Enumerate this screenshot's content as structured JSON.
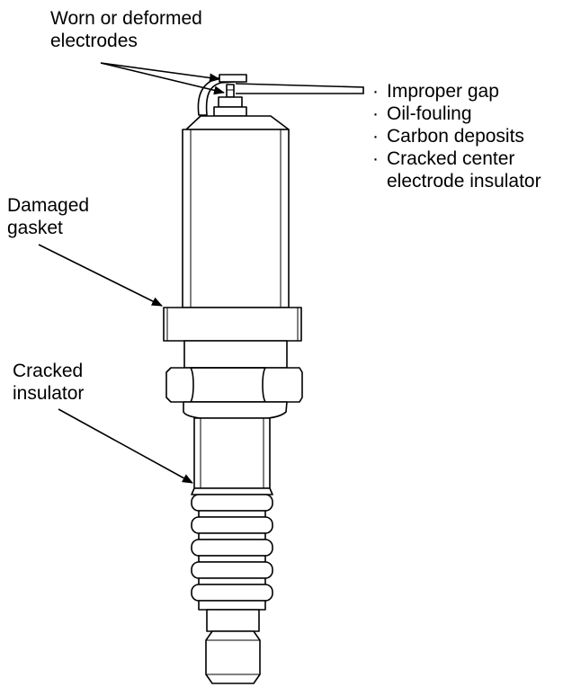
{
  "labels": {
    "worn_electrodes": [
      "Worn or deformed",
      "electrodes"
    ],
    "damaged_gasket": [
      "Damaged",
      "gasket"
    ],
    "cracked_insulator": [
      "Cracked",
      "insulator"
    ]
  },
  "gap_causes": [
    {
      "bullet": "·",
      "lines": [
        "Improper gap"
      ]
    },
    {
      "bullet": "·",
      "lines": [
        "Oil-fouling"
      ]
    },
    {
      "bullet": "·",
      "lines": [
        "Carbon deposits"
      ]
    },
    {
      "bullet": "·",
      "lines": [
        "Cracked center",
        "electrode insulator"
      ]
    }
  ]
}
